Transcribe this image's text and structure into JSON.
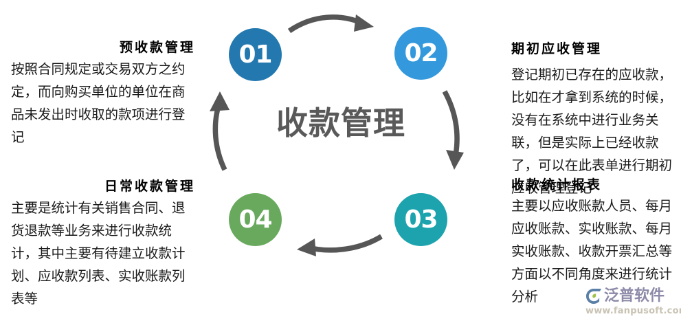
{
  "center": {
    "title": "收款管理"
  },
  "steps": [
    {
      "number": "01",
      "color": "#2378AF",
      "heading": "预收款管理",
      "body": "按照合同规定或交易双方之约定，而向购买单位的单位在商品未发出时收取的款项进行登记"
    },
    {
      "number": "02",
      "color": "#3399DC",
      "heading": "期初应收管理",
      "body": "登记期初已存在的应收款，比如在才拿到系统的时候，没有在系统中进行业务关联，但是实际上已经收款了，可以在此表单进行期初应收管理登记"
    },
    {
      "number": "03",
      "color": "#1CA3AD",
      "heading": "收款统计报表",
      "body": "主要以应收账款人员、每月应收账款、实收账款、每月实收账款、收款开票汇总等方面以不同角度来进行统计分析"
    },
    {
      "number": "04",
      "color": "#69A95E",
      "heading": "日常收款管理",
      "body": "主要是统计有关销售合同、退货退款等业务来进行收款统计，其中主要有待建立收款计划、应收款列表、实收账款列表等"
    }
  ],
  "arrows": [
    {
      "name": "arrow-top",
      "direction": "right"
    },
    {
      "name": "arrow-right",
      "direction": "down"
    },
    {
      "name": "arrow-bottom",
      "direction": "left"
    },
    {
      "name": "arrow-left",
      "direction": "up"
    }
  ],
  "watermark": {
    "brand": "泛普软件",
    "url": "www.fanpusoft.com",
    "brand_color": "#8C8AA8",
    "url_color": "#C9C3B4",
    "mark_color": "#5A7FA6"
  }
}
